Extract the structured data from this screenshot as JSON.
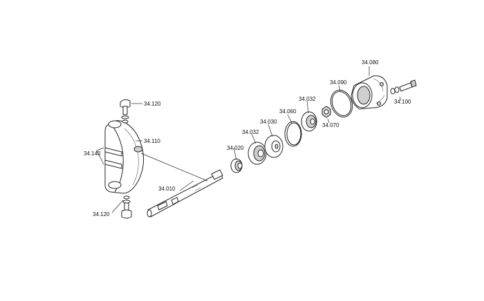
{
  "labels": {
    "l_34_010": "34.010",
    "l_34_020": "34.020",
    "l_34_030": "34.030",
    "l_34_032_a": "34.032",
    "l_34_032_b": "34.032",
    "l_34_060": "34.060",
    "l_34_070": "34.070",
    "l_34_080": "34.080",
    "l_34_090": "34.090",
    "l_34_100": "34.100",
    "l_34_110": "34.110",
    "l_34_120_top": "34.120",
    "l_34_120_bottom": "34.120",
    "l_34_140": "34.140"
  }
}
